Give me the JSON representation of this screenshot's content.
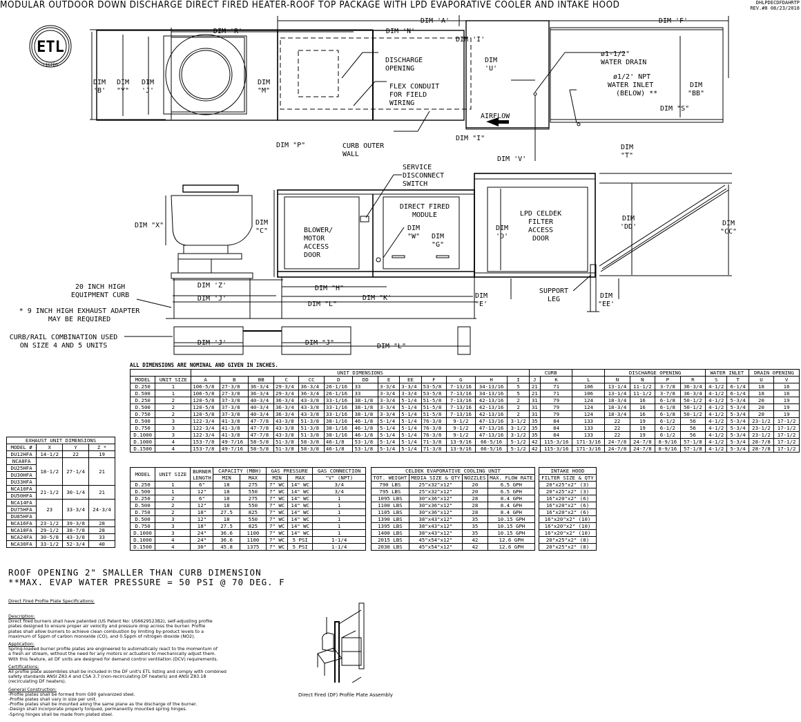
{
  "header": {
    "title": "MODULAR OUTDOOR DOWN DISCHARGE DIRECT FIRED HEATER-ROOF TOP PACKAGE WITH LPD EVAPORATIVE COOLER AND INTAKE HOOD",
    "drawing_code": "DHLPDECDFDAHRTP",
    "revision": "REV.#8   08/23/2018"
  },
  "logo": {
    "text": "ETL",
    "sub": "LISTED"
  },
  "top_view": {
    "dim_a": "DIM 'A'",
    "dim_f": "DIM 'F'",
    "dim_r": "DIM 'R'",
    "dim_n": "DIM 'N'",
    "dim_b": [
      "DIM",
      "'B'"
    ],
    "dim_y": [
      "DIM",
      "\"Y\""
    ],
    "dim_j": [
      "DIM",
      "'J'"
    ],
    "dim_m": [
      "DIM",
      "\"M\""
    ],
    "dim_u": [
      "DIM",
      "'U'"
    ],
    "dim_bb": [
      "DIM",
      "\"BB\""
    ],
    "dim_i_top": "DIM 'I'",
    "dim_i_bot": "DIM \"I\"",
    "dim_p": "DIM \"P\"",
    "dim_v": "DIM 'V'",
    "dim_s": "DIM \"S\"",
    "dim_t": [
      "DIM",
      "\"T\""
    ],
    "discharge_opening": [
      "DISCHARGE",
      "OPENING"
    ],
    "flex_conduit": [
      "FLEX CONDUIT",
      "FOR FIELD",
      "WIRING"
    ],
    "curb_outer_wall": [
      "CURB OUTER",
      "WALL"
    ],
    "airflow": "AIRFLOW",
    "water_drain": [
      "ø1-1/2\"",
      "WATER DRAIN"
    ],
    "water_inlet": [
      "ø1/2' NPT",
      "WATER INLET",
      "(BELOW) **"
    ]
  },
  "side_view": {
    "service_switch": [
      "SERVICE",
      "DISCONNECT",
      "SWITCH"
    ],
    "direct_fired_module": [
      "DIRECT FIRED",
      "MODULE"
    ],
    "blower_door": [
      "BLOWER/",
      "MOTOR",
      "ACCESS",
      "DOOR"
    ],
    "celdek_door": [
      "LPD CELDEK",
      "FILTER",
      "ACCESS",
      "DOOR"
    ],
    "dim_x": "DIM \"X\"",
    "dim_c": [
      "DIM",
      "\"C\""
    ],
    "dim_w": [
      "DIM",
      "\"W\""
    ],
    "dim_g": [
      "DIM",
      "\"G\""
    ],
    "dim_d": [
      "DIM",
      "'D'"
    ],
    "dim_dd": [
      "DIM",
      "'DD'"
    ],
    "dim_cc": [
      "DIM",
      "\"CC\""
    ],
    "dim_e": [
      "DIM",
      "\"E'"
    ],
    "dim_ee": [
      "DIM",
      "\"EE'"
    ],
    "dim_z": "DIM 'Z'",
    "dim_j": "DIM 'J'",
    "dim_h": "DIM \"H\"",
    "dim_k": "DIM \"K'",
    "dim_l": "DIM \"L\"",
    "support_leg": [
      "SUPPORT",
      "LEG"
    ],
    "curb_note": [
      "20 INCH HIGH",
      "EQUIPMENT CURB"
    ],
    "adapter_note": [
      "* 9 INCH HIGH EXHAUST ADAPTER",
      "MAY BE REQUIRED"
    ],
    "rail_note": [
      "CURB/RAIL COMBINATION USED",
      "ON SIZE 4 AND 5 UNITS"
    ],
    "rail_dim_j1": "DIM 'J'",
    "rail_dim_j2": "DIM \"J\"",
    "rail_dim_l": "DIM \"L\""
  },
  "dimensions_table": {
    "note": "ALL DIMENSIONS ARE NOMINAL AND GIVEN IN INCHES.",
    "groups": {
      "unit": "UNIT DIMENSIONS",
      "curb": "CURB",
      "discharge": "DISCHARGE OPENING",
      "water": "WATER INLET",
      "drain": "DRAIN OPENING"
    },
    "headers": [
      "MODEL",
      "UNIT SIZE",
      "A",
      "B",
      "BB",
      "C",
      "CC",
      "D",
      "DD",
      "E",
      "EE",
      "F",
      "G",
      "H",
      "I",
      "J",
      "K",
      "L",
      "N",
      "N",
      "P",
      "R",
      "S",
      "T",
      "U",
      "V"
    ],
    "rows": [
      [
        "D.250",
        "1",
        "106-5/8",
        "27-3/8",
        "36-3/4",
        "29-3/4",
        "36-3/4",
        "26-1/16",
        "33",
        "3-3/4",
        "3-3/4",
        "53-5/8",
        "7-13/16",
        "34-13/16",
        "5",
        "21",
        "71",
        "106",
        "13-1/4",
        "11-1/2",
        "3-7/8",
        "36-3/4",
        "4-1/2",
        "6-1/4",
        "18",
        "16"
      ],
      [
        "D.500",
        "1",
        "106-5/8",
        "27-3/8",
        "36-3/4",
        "29-3/4",
        "36-3/4",
        "26-1/16",
        "33",
        "3-3/4",
        "3-3/4",
        "53-5/8",
        "7-13/16",
        "34-13/16",
        "5",
        "21",
        "71",
        "106",
        "13-1/4",
        "11-1/2",
        "3-7/8",
        "36-3/4",
        "4-1/2",
        "6-1/4",
        "18",
        "16"
      ],
      [
        "D.250",
        "2",
        "120-5/8",
        "37-3/8",
        "40-3/4",
        "36-3/4",
        "43-3/8",
        "33-1/16",
        "38-1/8",
        "3-3/4",
        "5-1/4",
        "51-5/8",
        "7-13/16",
        "42-13/16",
        "2",
        "31",
        "79",
        "124",
        "18-3/4",
        "16",
        "6-1/8",
        "50-1/2",
        "4-1/2",
        "5-3/4",
        "20",
        "19"
      ],
      [
        "D.500",
        "2",
        "120-5/8",
        "37-3/8",
        "40-3/4",
        "36-3/4",
        "43-3/8",
        "33-1/16",
        "38-1/8",
        "3-3/4",
        "5-1/4",
        "51-5/8",
        "7-13/16",
        "42-13/16",
        "2",
        "31",
        "79",
        "124",
        "18-3/4",
        "16",
        "6-1/8",
        "50-1/2",
        "4-1/2",
        "5-3/4",
        "20",
        "19"
      ],
      [
        "D.750",
        "2",
        "120-5/8",
        "37-3/8",
        "40-3/4",
        "36-3/4",
        "43-3/8",
        "33-1/16",
        "38-1/8",
        "3-3/4",
        "5-1/4",
        "51-5/8",
        "7-13/16",
        "42-13/16",
        "2",
        "31",
        "79",
        "124",
        "18-3/4",
        "16",
        "6-1/8",
        "50-1/2",
        "4-1/2",
        "5-3/4",
        "20",
        "19"
      ],
      [
        "D.500",
        "3",
        "122-3/4",
        "41-3/8",
        "47-7/8",
        "43-3/8",
        "51-3/8",
        "38-1/16",
        "46-1/8",
        "5-1/4",
        "5-1/4",
        "76-3/8",
        "9-1/2",
        "47-13/16",
        "3-1/2",
        "35",
        "84",
        "133",
        "22",
        "19",
        "6-1/2",
        "56",
        "4-1/2",
        "5-3/4",
        "23-1/2",
        "17-1/2"
      ],
      [
        "D.750",
        "3",
        "122-3/4",
        "41-3/8",
        "47-7/8",
        "43-3/8",
        "51-3/8",
        "38-1/16",
        "46-1/8",
        "5-1/4",
        "5-1/4",
        "76-3/8",
        "9-1/2",
        "47-13/16",
        "3-1/2",
        "35",
        "84",
        "133",
        "22",
        "19",
        "6-1/2",
        "56",
        "4-1/2",
        "5-3/4",
        "23-1/2",
        "17-1/2"
      ],
      [
        "D.1000",
        "3",
        "122-3/4",
        "41-3/8",
        "47-7/8",
        "43-3/8",
        "51-3/8",
        "38-1/16",
        "46-1/8",
        "5-1/4",
        "5-1/4",
        "76-3/8",
        "9-1/2",
        "47-13/16",
        "3-1/2",
        "35",
        "84",
        "133",
        "22",
        "19",
        "6-1/2",
        "56",
        "4-1/2",
        "5-3/4",
        "23-1/2",
        "17-1/2"
      ],
      [
        "D.1000",
        "4",
        "153-7/8",
        "49-7/16",
        "58-5/8",
        "51-3/8",
        "58-3/8",
        "46-1/8",
        "53-1/8",
        "5-1/4",
        "5-1/4",
        "71-3/8",
        "13-9/16",
        "66-5/16",
        "5-1/2",
        "42",
        "115-3/16",
        "171-3/16",
        "24-7/8",
        "24-7/8",
        "8-9/16",
        "57-1/8",
        "4-1/2",
        "5-3/4",
        "28-7/8",
        "17-1/2"
      ],
      [
        "D.1500",
        "4",
        "153-7/8",
        "49-7/16",
        "58-5/8",
        "51-3/8",
        "58-3/8",
        "46-1/8",
        "53-1/8",
        "5-1/4",
        "5-1/4",
        "71-3/8",
        "13-9/16",
        "66-5/16",
        "5-1/2",
        "42",
        "115-3/16",
        "171-3/16",
        "24-7/8",
        "24-7/8",
        "8-9/16",
        "57-1/8",
        "4-1/2",
        "5-3/4",
        "28-7/8",
        "17-1/2"
      ]
    ]
  },
  "exhaust_table": {
    "title": "EXHAUST UNIT DIMENSIONS",
    "headers": [
      "MODEL #",
      "X",
      "Y",
      "Z *"
    ],
    "rows": [
      {
        "models": [
          "DU12HFA"
        ],
        "x": "14-1/2",
        "y": "22",
        "z": "19"
      },
      {
        "models": [
          "NCA8FA",
          "DU25HFA",
          "DU30HFA",
          "DU33HFA"
        ],
        "x": "18-1/2",
        "y": "27-1/4",
        "z": "21"
      },
      {
        "models": [
          "NCA10FA",
          "DU50HFA"
        ],
        "x": "21-1/2",
        "y": "30-1/4",
        "z": "21"
      },
      {
        "models": [
          "NCA14FA",
          "DU75HFA",
          "DU85HFA"
        ],
        "x": "23",
        "y": "33-3/4",
        "z": "24-3/4"
      },
      {
        "models": [
          "NCA16FA"
        ],
        "x": "23-1/2",
        "y": "39-3/8",
        "z": "28"
      },
      {
        "models": [
          "NCA18FA"
        ],
        "x": "29-1/2",
        "y": "38-7/8",
        "z": "28"
      },
      {
        "models": [
          "NCA24FA"
        ],
        "x": "30-5/8",
        "y": "43-3/8",
        "z": "33"
      },
      {
        "models": [
          "NCA30FA"
        ],
        "x": "33-1/2",
        "y": "52-3/4",
        "z": "40"
      }
    ]
  },
  "burner_table": {
    "headers": {
      "model": "MODEL",
      "size": "UNIT SIZE",
      "burner": "BURNER LENGTH",
      "capacity": "CAPACITY (MBH)",
      "gas_pressure": "GAS PRESSURE",
      "gas_conn": "GAS CONNECTION",
      "min": "MIN",
      "max": "MAX",
      "conn_sub": "\"V\" (NPT)"
    },
    "rows": [
      [
        "D.250",
        "1",
        "6\"",
        "18",
        "275",
        "7\" WC",
        "14\" WC",
        "3/4"
      ],
      [
        "D.500",
        "1",
        "12\"",
        "18",
        "550",
        "7\" WC",
        "14\" WC",
        "3/4"
      ],
      [
        "D.250",
        "2",
        "6\"",
        "18",
        "275",
        "7\" WC",
        "14\" WC",
        "1"
      ],
      [
        "D.500",
        "2",
        "12\"",
        "18",
        "550",
        "7\" WC",
        "14\" WC",
        "1"
      ],
      [
        "D.750",
        "2",
        "18\"",
        "27.5",
        "825",
        "7\" WC",
        "14\" WC",
        "1"
      ],
      [
        "D.500",
        "3",
        "12\"",
        "18",
        "550",
        "7\" WC",
        "14\" WC",
        "1"
      ],
      [
        "D.750",
        "3",
        "18\"",
        "27.5",
        "825",
        "7\" WC",
        "14\" WC",
        "1"
      ],
      [
        "D.1000",
        "3",
        "24\"",
        "36.6",
        "1100",
        "7\" WC",
        "14\" WC",
        "1"
      ],
      [
        "D.1000",
        "4",
        "24\"",
        "36.6",
        "1100",
        "7\" WC",
        "5 PSI",
        "1-1/4"
      ],
      [
        "D.1500",
        "4",
        "30\"",
        "45.8",
        "1375",
        "7\" WC",
        "5 PSI",
        "1-1/4"
      ]
    ]
  },
  "celdek_table": {
    "title": "CELDEK EVAPORATIVE COOLING UNIT",
    "headers": [
      "TOT. WEIGHT",
      "MEDIA SIZE & QTY",
      "NOZZLES",
      "MAX. FLOW RATE"
    ],
    "rows": [
      [
        "790 LBS",
        "25\"x32\"x12\"",
        "20",
        "6.5 GPH"
      ],
      [
        "795 LBS",
        "25\"x32\"x12\"",
        "20",
        "6.5 GPH"
      ],
      [
        "1095 LBS",
        "30\"x36\"x12\"",
        "28",
        "8.4 GPH"
      ],
      [
        "1100 LBS",
        "30\"x36\"x12\"",
        "28",
        "8.4 GPH"
      ],
      [
        "1105 LBS",
        "30\"x36\"x12\"",
        "28",
        "8.4 GPH"
      ],
      [
        "1390 LBS",
        "38\"x43\"x12\"",
        "35",
        "10.15 GPH"
      ],
      [
        "1395 LBS",
        "38\"x43\"x12\"",
        "35",
        "10.15 GPH"
      ],
      [
        "1400 LBS",
        "38\"x43\"x12\"",
        "35",
        "10.15 GPH"
      ],
      [
        "2015 LBS",
        "45\"x54\"x12\"",
        "42",
        "12.6 GPH"
      ],
      [
        "2030 LBS",
        "45\"x54\"x12\"",
        "42",
        "12.6 GPH"
      ]
    ]
  },
  "intake_table": {
    "title": [
      "INTAKE HOOD",
      "FILTER SIZE & QTY"
    ],
    "rows": [
      "20\"x25\"x2\" (3)",
      "20\"x25\"x2\" (3)",
      "16\"x20\"x2\" (6)",
      "16\"x20\"x2\" (6)",
      "16\"x20\"x2\" (6)",
      "16\"x20\"x2\" (10)",
      "16\"x20\"x2\" (10)",
      "16\"x20\"x2\" (10)",
      "20\"x25\"x2\" (8)",
      "20\"x25\"x2\" (8)"
    ]
  },
  "notes": {
    "roof_opening": "ROOF OPENING 2\" SMALLER THAN CURB DIMENSION",
    "max_pressure": "**MAX. EVAP WATER PRESSURE = 50 PSI @ 70 DEG. F"
  },
  "specs": {
    "title": "Direct Fired Profile Plate Specifications:",
    "sections": [
      {
        "heading": "Description:",
        "lines": [
          "Direct fired burners shall have patented (US Patent No: US6629523B2), self-adjusting profile",
          "plates designed to ensure proper air velocity and pressure drop across the burner. Profile",
          "plates shall allow burners to achieve clean combustion by limiting by-product levels to a",
          "maximum of 5ppm of carbon monoxide (CO), and 0.5ppm of nitrogen dioxide (NO2)."
        ]
      },
      {
        "heading": "Application:",
        "lines": [
          "Spring-loaded burner profile plates are engineered to automatically react to the momentum of",
          "a fresh air stream, without the need for any motors or actuators to mechanically adjust them.",
          "With this feature, all DF units are designed for demand control ventilation (DCV) requirements."
        ]
      },
      {
        "heading": "Certifications:",
        "lines": [
          "All profile plate assemblies shall be included in the DF unit's ETL listing and comply with combined",
          "safety standards ANSI Z83.4 and CSA 3.7 (non-recirculating DF heaters) and ANSI Z83.18",
          "(recirculating DF heaters)."
        ]
      },
      {
        "heading": "General Construction:",
        "lines": [
          "-Profile plates shall be formed from G90 galvanized steel.",
          "-Profile plates shall vary in size per unit.",
          "-Profile plates shall be mounted along the same plane as the discharge of the burner.",
          "-Design shall incorporate properly torqued, permanently mounted spring hinges.",
          "-Spring hinges shall be made from plated steel."
        ]
      }
    ]
  },
  "assembly_caption": "Direct Fired (DF) Profile Plate Assembly"
}
